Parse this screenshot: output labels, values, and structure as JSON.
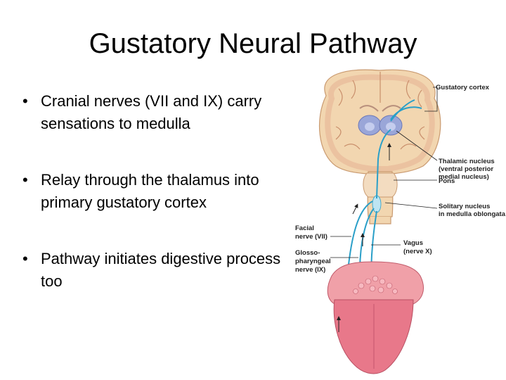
{
  "slide": {
    "title": "Gustatory Neural Pathway",
    "bullets": [
      "Cranial nerves (VII and IX) carry sensations to medulla",
      "Relay through the thalamus into primary gustatory cortex",
      "Pathway initiates digestive process too"
    ]
  },
  "figure": {
    "labels": {
      "gustatory_cortex": "Gustatory cortex",
      "thalamic_1": "Thalamic nucleus",
      "thalamic_2": "(ventral posterior",
      "thalamic_3": "medial nucleus)",
      "pons": "Pons",
      "solitary_1": "Solitary nucleus",
      "solitary_2": "in medulla oblongata",
      "facial_1": "Facial",
      "facial_2": "nerve (VII)",
      "vagus_1": "Vagus",
      "vagus_2": "(nerve X)",
      "glosso_1": "Glosso-",
      "glosso_2": "pharyngeal",
      "glosso_3": "nerve (IX)"
    },
    "colors": {
      "nerve": "#2a9fc8",
      "brain_outer": "#f2d6b0",
      "brain_gray": "#e8b99a",
      "thalamus": "#9aa6d8",
      "tongue": "#e8788a",
      "tongue_root": "#f0a0a8"
    }
  }
}
